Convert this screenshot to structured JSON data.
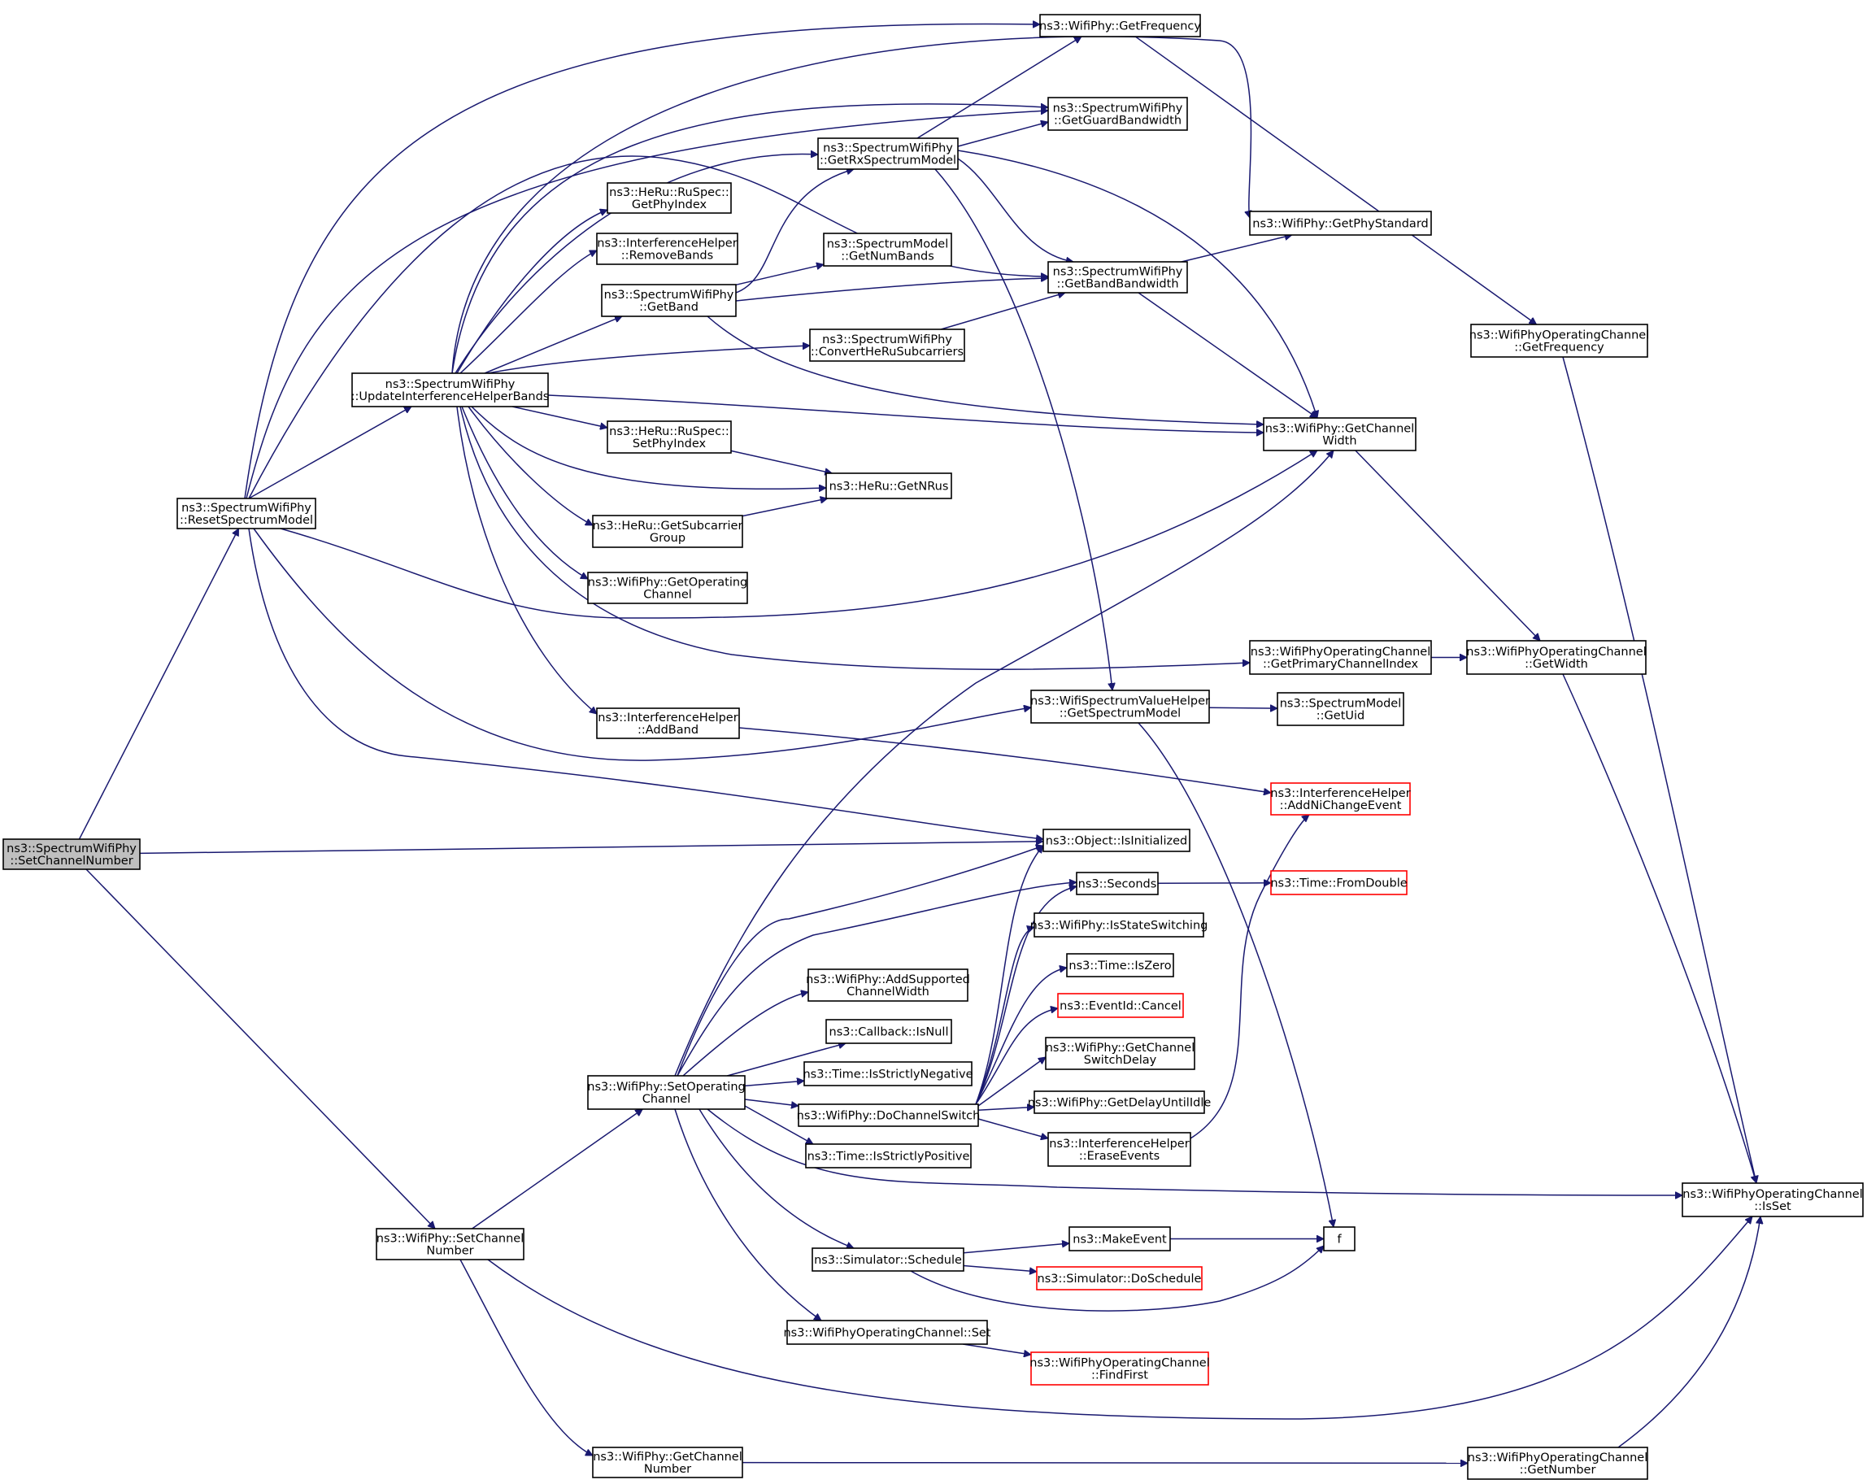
{
  "nodes": [
    {
      "id": "root",
      "lines": [
        "ns3::SpectrumWifiPhy",
        "::SetChannelNumber"
      ],
      "style": "root"
    },
    {
      "id": "reset",
      "lines": [
        "ns3::SpectrumWifiPhy",
        "::ResetSpectrumModel"
      ]
    },
    {
      "id": "wsetchan",
      "lines": [
        "ns3::WifiPhy::SetChannel",
        "Number"
      ]
    },
    {
      "id": "updbands",
      "lines": [
        "ns3::SpectrumWifiPhy",
        "::UpdateInterferenceHelperBands"
      ]
    },
    {
      "id": "setopch",
      "lines": [
        "ns3::WifiPhy::SetOperating",
        "Channel"
      ]
    },
    {
      "id": "wgetchnum",
      "lines": [
        "ns3::WifiPhy::GetChannel",
        "Number"
      ]
    },
    {
      "id": "rugetphy",
      "lines": [
        "ns3::HeRu::RuSpec::",
        "GetPhyIndex"
      ]
    },
    {
      "id": "removebands",
      "lines": [
        "ns3::InterferenceHelper",
        "::RemoveBands"
      ]
    },
    {
      "id": "getband",
      "lines": [
        "ns3::SpectrumWifiPhy",
        "::GetBand"
      ]
    },
    {
      "id": "rusetphy",
      "lines": [
        "ns3::HeRu::RuSpec::",
        "SetPhyIndex"
      ]
    },
    {
      "id": "subgroup",
      "lines": [
        "ns3::HeRu::GetSubcarrier",
        "Group"
      ]
    },
    {
      "id": "wgetopch",
      "lines": [
        "ns3::WifiPhy::GetOperating",
        "Channel"
      ]
    },
    {
      "id": "addband",
      "lines": [
        "ns3::InterferenceHelper",
        "::AddBand"
      ]
    },
    {
      "id": "getrxsm",
      "lines": [
        "ns3::SpectrumWifiPhy",
        "::GetRxSpectrumModel"
      ]
    },
    {
      "id": "numbands",
      "lines": [
        "ns3::SpectrumModel",
        "::GetNumBands"
      ]
    },
    {
      "id": "convheru",
      "lines": [
        "ns3::SpectrumWifiPhy",
        "::ConvertHeRuSubcarriers"
      ]
    },
    {
      "id": "getnrus",
      "lines": [
        "ns3::HeRu::GetNRus"
      ]
    },
    {
      "id": "addsupp",
      "lines": [
        "ns3::WifiPhy::AddSupported",
        "ChannelWidth"
      ]
    },
    {
      "id": "cbisnull",
      "lines": [
        "ns3::Callback::IsNull"
      ]
    },
    {
      "id": "strictneg",
      "lines": [
        "ns3::Time::IsStrictlyNegative"
      ]
    },
    {
      "id": "dochsw",
      "lines": [
        "ns3::WifiPhy::DoChannelSwitch"
      ]
    },
    {
      "id": "strictpos",
      "lines": [
        "ns3::Time::IsStrictlyPositive"
      ]
    },
    {
      "id": "simsched",
      "lines": [
        "ns3::Simulator::Schedule"
      ]
    },
    {
      "id": "wocset",
      "lines": [
        "ns3::WifiPhyOperatingChannel::Set"
      ]
    },
    {
      "id": "getfreq",
      "lines": [
        "ns3::WifiPhy::GetFrequency"
      ]
    },
    {
      "id": "guardbw",
      "lines": [
        "ns3::SpectrumWifiPhy",
        "::GetGuardBandwidth"
      ]
    },
    {
      "id": "bandbw",
      "lines": [
        "ns3::SpectrumWifiPhy",
        "::GetBandBandwidth"
      ]
    },
    {
      "id": "wsvgetsm",
      "lines": [
        "ns3::WifiSpectrumValueHelper",
        "::GetSpectrumModel"
      ]
    },
    {
      "id": "isinit",
      "lines": [
        "ns3::Object::IsInitialized"
      ]
    },
    {
      "id": "seconds",
      "lines": [
        "ns3::Seconds"
      ]
    },
    {
      "id": "isstatesw",
      "lines": [
        "ns3::WifiPhy::IsStateSwitching"
      ]
    },
    {
      "id": "iszero",
      "lines": [
        "ns3::Time::IsZero"
      ]
    },
    {
      "id": "evcancel",
      "lines": [
        "ns3::EventId::Cancel"
      ],
      "style": "trunc"
    },
    {
      "id": "chswdelay",
      "lines": [
        "ns3::WifiPhy::GetChannel",
        "SwitchDelay"
      ]
    },
    {
      "id": "delayidle",
      "lines": [
        "ns3::WifiPhy::GetDelayUntilIdle"
      ]
    },
    {
      "id": "erase",
      "lines": [
        "ns3::InterferenceHelper",
        "::EraseEvents"
      ]
    },
    {
      "id": "makeev",
      "lines": [
        "ns3::MakeEvent"
      ]
    },
    {
      "id": "dosched",
      "lines": [
        "ns3::Simulator::DoSchedule"
      ],
      "style": "trunc"
    },
    {
      "id": "findfirst",
      "lines": [
        "ns3::WifiPhyOperatingChannel",
        "::FindFirst"
      ],
      "style": "trunc"
    },
    {
      "id": "getphystd",
      "lines": [
        "ns3::WifiPhy::GetPhyStandard"
      ]
    },
    {
      "id": "getchwidth",
      "lines": [
        "ns3::WifiPhy::GetChannel",
        "Width"
      ]
    },
    {
      "id": "primidx",
      "lines": [
        "ns3::WifiPhyOperatingChannel",
        "::GetPrimaryChannelIndex"
      ]
    },
    {
      "id": "smgetuid",
      "lines": [
        "ns3::SpectrumModel",
        "::GetUid"
      ]
    },
    {
      "id": "addnichange",
      "lines": [
        "ns3::InterferenceHelper",
        "::AddNiChangeEvent"
      ],
      "style": "trunc"
    },
    {
      "id": "fromdouble",
      "lines": [
        "ns3::Time::FromDouble"
      ],
      "style": "trunc"
    },
    {
      "id": "f",
      "lines": [
        "f"
      ]
    },
    {
      "id": "wocfreq",
      "lines": [
        "ns3::WifiPhyOperatingChannel",
        "::GetFrequency"
      ]
    },
    {
      "id": "wocwidth",
      "lines": [
        "ns3::WifiPhyOperatingChannel",
        "::GetWidth"
      ]
    },
    {
      "id": "wocisset",
      "lines": [
        "ns3::WifiPhyOperatingChannel",
        "::IsSet"
      ]
    },
    {
      "id": "wocgetnum",
      "lines": [
        "ns3::WifiPhyOperatingChannel",
        "::GetNumber"
      ]
    }
  ],
  "edges": [
    [
      "root",
      "reset"
    ],
    [
      "root",
      "isinit"
    ],
    [
      "root",
      "wsetchan"
    ],
    [
      "reset",
      "updbands"
    ],
    [
      "reset",
      "getfreq"
    ],
    [
      "reset",
      "guardbw"
    ],
    [
      "reset",
      "bandbw"
    ],
    [
      "reset",
      "getchwidth"
    ],
    [
      "reset",
      "wsvgetsm"
    ],
    [
      "reset",
      "isinit"
    ],
    [
      "wsetchan",
      "setopch"
    ],
    [
      "wsetchan",
      "wgetchnum"
    ],
    [
      "wsetchan",
      "wocisset"
    ],
    [
      "updbands",
      "rugetphy"
    ],
    [
      "updbands",
      "removebands"
    ],
    [
      "updbands",
      "getband"
    ],
    [
      "updbands",
      "convheru"
    ],
    [
      "updbands",
      "getrxsm"
    ],
    [
      "updbands",
      "guardbw"
    ],
    [
      "updbands",
      "getphystd"
    ],
    [
      "updbands",
      "getchwidth"
    ],
    [
      "updbands",
      "rusetphy"
    ],
    [
      "updbands",
      "getnrus"
    ],
    [
      "updbands",
      "subgroup"
    ],
    [
      "updbands",
      "wgetopch"
    ],
    [
      "updbands",
      "addband"
    ],
    [
      "updbands",
      "primidx"
    ],
    [
      "getband",
      "numbands"
    ],
    [
      "getband",
      "bandbw"
    ],
    [
      "getband",
      "getrxsm"
    ],
    [
      "getband",
      "getchwidth"
    ],
    [
      "getrxsm",
      "getfreq"
    ],
    [
      "getrxsm",
      "guardbw"
    ],
    [
      "getrxsm",
      "bandbw"
    ],
    [
      "getrxsm",
      "getchwidth"
    ],
    [
      "getrxsm",
      "wsvgetsm"
    ],
    [
      "convheru",
      "bandbw"
    ],
    [
      "bandbw",
      "getphystd"
    ],
    [
      "bandbw",
      "getchwidth"
    ],
    [
      "rusetphy",
      "getnrus"
    ],
    [
      "subgroup",
      "getnrus"
    ],
    [
      "addband",
      "addnichange"
    ],
    [
      "getfreq",
      "wocfreq"
    ],
    [
      "wocfreq",
      "wocisset"
    ],
    [
      "getchwidth",
      "wocwidth"
    ],
    [
      "primidx",
      "wocwidth"
    ],
    [
      "wocwidth",
      "wocisset"
    ],
    [
      "wsvgetsm",
      "smgetuid"
    ],
    [
      "wsvgetsm",
      "f"
    ],
    [
      "setopch",
      "getchwidth"
    ],
    [
      "setopch",
      "isinit"
    ],
    [
      "setopch",
      "seconds"
    ],
    [
      "setopch",
      "addsupp"
    ],
    [
      "setopch",
      "cbisnull"
    ],
    [
      "setopch",
      "strictneg"
    ],
    [
      "setopch",
      "dochsw"
    ],
    [
      "setopch",
      "strictpos"
    ],
    [
      "setopch",
      "simsched"
    ],
    [
      "setopch",
      "wocset"
    ],
    [
      "setopch",
      "wocisset"
    ],
    [
      "dochsw",
      "isinit"
    ],
    [
      "dochsw",
      "seconds"
    ],
    [
      "dochsw",
      "isstatesw"
    ],
    [
      "dochsw",
      "iszero"
    ],
    [
      "dochsw",
      "evcancel"
    ],
    [
      "dochsw",
      "chswdelay"
    ],
    [
      "dochsw",
      "delayidle"
    ],
    [
      "dochsw",
      "erase"
    ],
    [
      "erase",
      "addnichange"
    ],
    [
      "seconds",
      "fromdouble"
    ],
    [
      "simsched",
      "makeev"
    ],
    [
      "simsched",
      "dosched"
    ],
    [
      "simsched",
      "f"
    ],
    [
      "makeev",
      "f"
    ],
    [
      "wocset",
      "findfirst"
    ],
    [
      "wgetchnum",
      "wocgetnum"
    ],
    [
      "wocgetnum",
      "wocisset"
    ]
  ]
}
